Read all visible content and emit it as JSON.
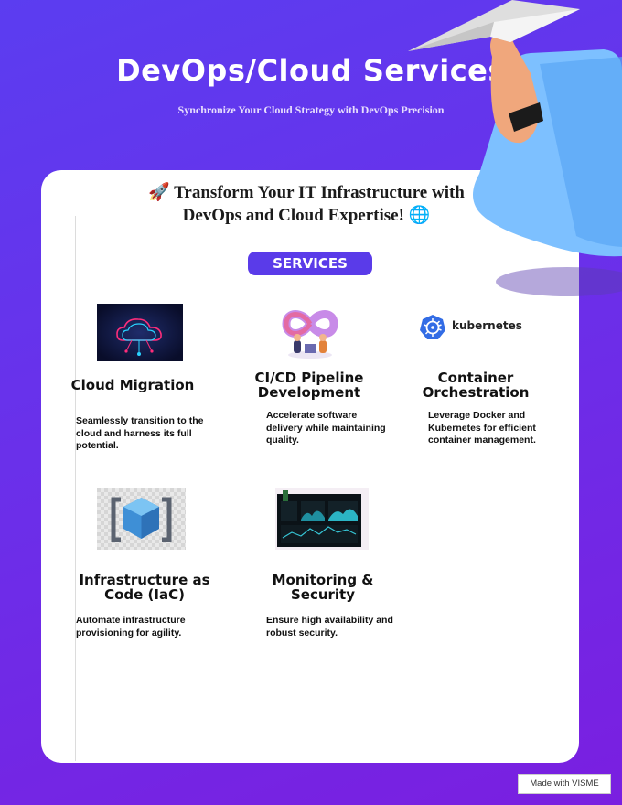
{
  "header": {
    "title": "DevOps/Cloud Services",
    "subtitle": "Synchronize Your Cloud Strategy with DevOps Precision"
  },
  "card": {
    "headline_line1": "🚀 Transform Your IT Infrastructure with",
    "headline_line2": "DevOps and Cloud Expertise! 🌐",
    "section_pill": "SERVICES"
  },
  "services": [
    {
      "title_line1": "Cloud Migration",
      "title_line2": "",
      "desc_line1": "Seamlessly transition to the",
      "desc_line2": "cloud and harness its full",
      "desc_line3": "potential.",
      "image": "cloud-circuit-image"
    },
    {
      "title_line1": "CI/CD Pipeline",
      "title_line2": "Development",
      "desc_line1": "Accelerate software",
      "desc_line2": "delivery while maintaining",
      "desc_line3": "quality.",
      "image": "infinity-loop-image"
    },
    {
      "title_line1": "Container",
      "title_line2": "Orchestration",
      "desc_line1": "Leverage Docker and",
      "desc_line2": "Kubernetes for efficient",
      "desc_line3": "container management.",
      "image": "kubernetes-logo",
      "logo_text": "kubernetes"
    },
    {
      "title_line1": "Infrastructure as",
      "title_line2": "Code (IaC)",
      "desc_line1": "Automate infrastructure",
      "desc_line2": "provisioning for agility.",
      "desc_line3": "",
      "image": "code-cube-image"
    },
    {
      "title_line1": "Monitoring &",
      "title_line2": "Security",
      "desc_line1": "Ensure high availability and",
      "desc_line2": "robust security.",
      "desc_line3": "",
      "image": "dashboard-image"
    }
  ],
  "footer": {
    "badge": "Made with VISME"
  },
  "colors": {
    "background_top": "#5b3df0",
    "background_bottom": "#7a1fe0",
    "accent": "#5a3be9",
    "card": "#ffffff"
  }
}
